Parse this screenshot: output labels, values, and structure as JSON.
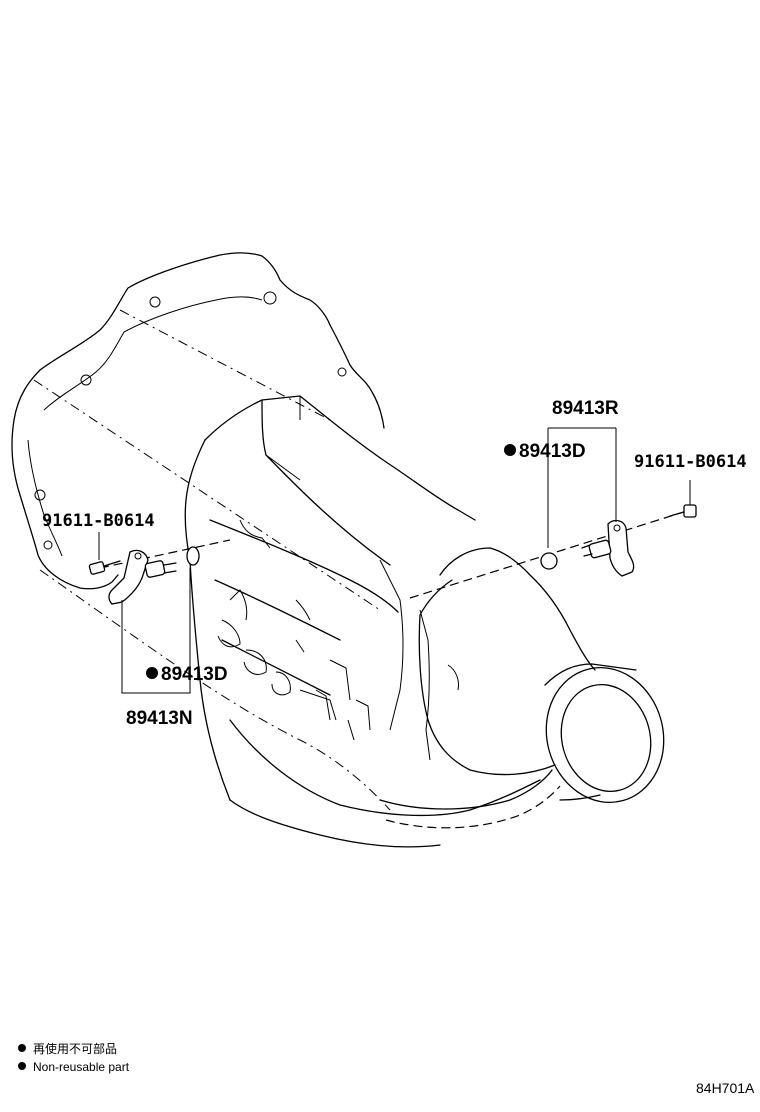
{
  "callouts": {
    "sensor_right": "89413R",
    "oring_right": "89413D",
    "bolt_right": "91611-B0614",
    "bolt_left": "91611-B0614",
    "oring_left": "89413D",
    "sensor_left": "89413N"
  },
  "legend": {
    "jp": "再使用不可部品",
    "en": "Non-reusable part"
  },
  "figure_code": "84H701A"
}
